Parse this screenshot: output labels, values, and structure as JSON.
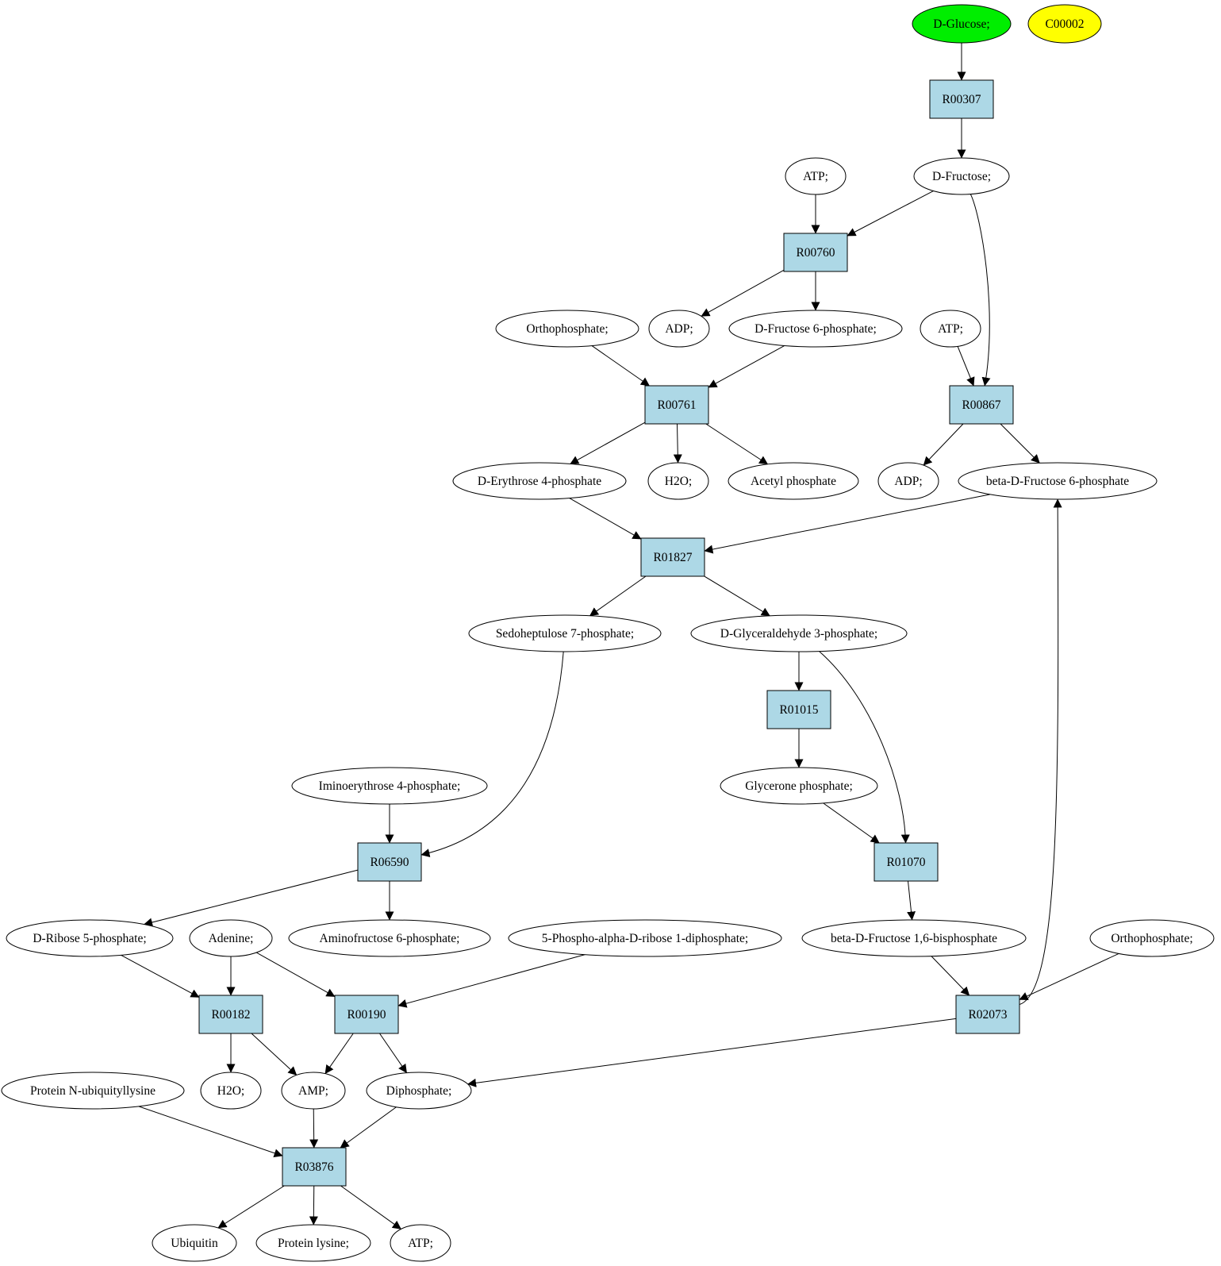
{
  "nodes": [
    {
      "id": "glucose",
      "label": "D-Glucose;",
      "shape": "ellipse",
      "fill": "#00ee00"
    },
    {
      "id": "c00002",
      "label": "C00002",
      "shape": "ellipse",
      "fill": "#ffff00"
    },
    {
      "id": "r00307",
      "label": "R00307",
      "shape": "box",
      "fill": "#add8e6"
    },
    {
      "id": "atp1",
      "label": "ATP;",
      "shape": "ellipse",
      "fill": "#ffffff"
    },
    {
      "id": "fructose",
      "label": "D-Fructose;",
      "shape": "ellipse",
      "fill": "#ffffff"
    },
    {
      "id": "r00760",
      "label": "R00760",
      "shape": "box",
      "fill": "#add8e6"
    },
    {
      "id": "orthophosphate1",
      "label": "Orthophosphate;",
      "shape": "ellipse",
      "fill": "#ffffff"
    },
    {
      "id": "adp1",
      "label": "ADP;",
      "shape": "ellipse",
      "fill": "#ffffff"
    },
    {
      "id": "f6p",
      "label": "D-Fructose 6-phosphate;",
      "shape": "ellipse",
      "fill": "#ffffff"
    },
    {
      "id": "atp2",
      "label": "ATP;",
      "shape": "ellipse",
      "fill": "#ffffff"
    },
    {
      "id": "r00761",
      "label": "R00761",
      "shape": "box",
      "fill": "#add8e6"
    },
    {
      "id": "r00867",
      "label": "R00867",
      "shape": "box",
      "fill": "#add8e6"
    },
    {
      "id": "e4p",
      "label": "D-Erythrose 4-phosphate",
      "shape": "ellipse",
      "fill": "#ffffff"
    },
    {
      "id": "h2o1",
      "label": "H2O;",
      "shape": "ellipse",
      "fill": "#ffffff"
    },
    {
      "id": "acetylp",
      "label": "Acetyl phosphate",
      "shape": "ellipse",
      "fill": "#ffffff"
    },
    {
      "id": "adp2",
      "label": "ADP;",
      "shape": "ellipse",
      "fill": "#ffffff"
    },
    {
      "id": "bf6p",
      "label": "beta-D-Fructose 6-phosphate",
      "shape": "ellipse",
      "fill": "#ffffff"
    },
    {
      "id": "r01827",
      "label": "R01827",
      "shape": "box",
      "fill": "#add8e6"
    },
    {
      "id": "s7p",
      "label": "Sedoheptulose 7-phosphate;",
      "shape": "ellipse",
      "fill": "#ffffff"
    },
    {
      "id": "g3p",
      "label": "D-Glyceraldehyde 3-phosphate;",
      "shape": "ellipse",
      "fill": "#ffffff"
    },
    {
      "id": "r01015",
      "label": "R01015",
      "shape": "box",
      "fill": "#add8e6"
    },
    {
      "id": "imino",
      "label": "Iminoerythrose 4-phosphate;",
      "shape": "ellipse",
      "fill": "#ffffff"
    },
    {
      "id": "dhap",
      "label": "Glycerone phosphate;",
      "shape": "ellipse",
      "fill": "#ffffff"
    },
    {
      "id": "r06590",
      "label": "R06590",
      "shape": "box",
      "fill": "#add8e6"
    },
    {
      "id": "r01070",
      "label": "R01070",
      "shape": "box",
      "fill": "#add8e6"
    },
    {
      "id": "r5p",
      "label": "D-Ribose 5-phosphate;",
      "shape": "ellipse",
      "fill": "#ffffff"
    },
    {
      "id": "adenine",
      "label": "Adenine;",
      "shape": "ellipse",
      "fill": "#ffffff"
    },
    {
      "id": "aminof6p",
      "label": "Aminofructose 6-phosphate;",
      "shape": "ellipse",
      "fill": "#ffffff"
    },
    {
      "id": "prpp",
      "label": "5-Phospho-alpha-D-ribose 1-diphosphate;",
      "shape": "ellipse",
      "fill": "#ffffff"
    },
    {
      "id": "fbp",
      "label": "beta-D-Fructose 1,6-bisphosphate",
      "shape": "ellipse",
      "fill": "#ffffff"
    },
    {
      "id": "orthophosphate2",
      "label": "Orthophosphate;",
      "shape": "ellipse",
      "fill": "#ffffff"
    },
    {
      "id": "r00182",
      "label": "R00182",
      "shape": "box",
      "fill": "#add8e6"
    },
    {
      "id": "r00190",
      "label": "R00190",
      "shape": "box",
      "fill": "#add8e6"
    },
    {
      "id": "r02073",
      "label": "R02073",
      "shape": "box",
      "fill": "#add8e6"
    },
    {
      "id": "protubi",
      "label": "Protein N-ubiquityllysine",
      "shape": "ellipse",
      "fill": "#ffffff"
    },
    {
      "id": "h2o2",
      "label": "H2O;",
      "shape": "ellipse",
      "fill": "#ffffff"
    },
    {
      "id": "amp",
      "label": "AMP;",
      "shape": "ellipse",
      "fill": "#ffffff"
    },
    {
      "id": "diphosphate",
      "label": "Diphosphate;",
      "shape": "ellipse",
      "fill": "#ffffff"
    },
    {
      "id": "r03876",
      "label": "R03876",
      "shape": "box",
      "fill": "#add8e6"
    },
    {
      "id": "ubiquitin",
      "label": "Ubiquitin",
      "shape": "ellipse",
      "fill": "#ffffff"
    },
    {
      "id": "protlys",
      "label": "Protein lysine;",
      "shape": "ellipse",
      "fill": "#ffffff"
    },
    {
      "id": "atp3",
      "label": "ATP;",
      "shape": "ellipse",
      "fill": "#ffffff"
    }
  ],
  "edges": [
    {
      "from": "glucose",
      "to": "r00307"
    },
    {
      "from": "r00307",
      "to": "fructose"
    },
    {
      "from": "atp1",
      "to": "r00760"
    },
    {
      "from": "fructose",
      "to": "r00760"
    },
    {
      "from": "fructose",
      "to": "r00867"
    },
    {
      "from": "r00760",
      "to": "adp1"
    },
    {
      "from": "r00760",
      "to": "f6p"
    },
    {
      "from": "orthophosphate1",
      "to": "r00761"
    },
    {
      "from": "f6p",
      "to": "r00761"
    },
    {
      "from": "atp2",
      "to": "r00867"
    },
    {
      "from": "r00761",
      "to": "e4p"
    },
    {
      "from": "r00761",
      "to": "h2o1"
    },
    {
      "from": "r00761",
      "to": "acetylp"
    },
    {
      "from": "r00867",
      "to": "adp2"
    },
    {
      "from": "r00867",
      "to": "bf6p"
    },
    {
      "from": "e4p",
      "to": "r01827"
    },
    {
      "from": "bf6p",
      "to": "r01827"
    },
    {
      "from": "r01827",
      "to": "s7p"
    },
    {
      "from": "r01827",
      "to": "g3p"
    },
    {
      "from": "g3p",
      "to": "r01015"
    },
    {
      "from": "g3p",
      "to": "r01070"
    },
    {
      "from": "s7p",
      "to": "r06590"
    },
    {
      "from": "r01015",
      "to": "dhap"
    },
    {
      "from": "imino",
      "to": "r06590"
    },
    {
      "from": "dhap",
      "to": "r01070"
    },
    {
      "from": "r06590",
      "to": "r5p"
    },
    {
      "from": "r06590",
      "to": "aminof6p"
    },
    {
      "from": "r01070",
      "to": "fbp"
    },
    {
      "from": "r5p",
      "to": "r00182"
    },
    {
      "from": "adenine",
      "to": "r00182"
    },
    {
      "from": "adenine",
      "to": "r00190"
    },
    {
      "from": "prpp",
      "to": "r00190"
    },
    {
      "from": "fbp",
      "to": "r02073"
    },
    {
      "from": "orthophosphate2",
      "to": "r02073"
    },
    {
      "from": "r02073",
      "to": "bf6p"
    },
    {
      "from": "r02073",
      "to": "diphosphate"
    },
    {
      "from": "r00182",
      "to": "h2o2"
    },
    {
      "from": "r00182",
      "to": "amp"
    },
    {
      "from": "r00190",
      "to": "amp"
    },
    {
      "from": "r00190",
      "to": "diphosphate"
    },
    {
      "from": "protubi",
      "to": "r03876"
    },
    {
      "from": "amp",
      "to": "r03876"
    },
    {
      "from": "diphosphate",
      "to": "r03876"
    },
    {
      "from": "r03876",
      "to": "ubiquitin"
    },
    {
      "from": "r03876",
      "to": "protlys"
    },
    {
      "from": "r03876",
      "to": "atp3"
    }
  ]
}
